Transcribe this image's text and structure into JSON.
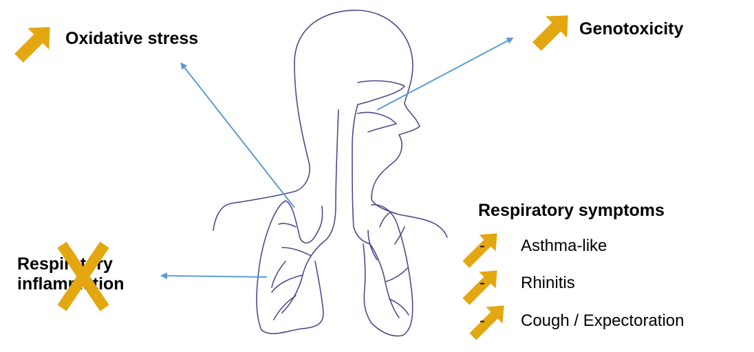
{
  "effects": {
    "oxidative_stress": "Oxidative stress",
    "genotoxicity": "Genotoxicity",
    "respiratory_inflammation_line1": "Respiratory",
    "respiratory_inflammation_line2": "inflammation"
  },
  "respiratory_symptoms": {
    "title": "Respiratory symptoms",
    "items": [
      {
        "dash": "-",
        "label": "Asthma-like"
      },
      {
        "dash": "-",
        "label": "Rhinitis"
      },
      {
        "dash": "-",
        "label": "Cough / Expectoration"
      }
    ]
  },
  "colors": {
    "increase_arrow": "#E3A711",
    "pointer_arrow": "#5B9BD5",
    "outline": "#4A4A8C"
  },
  "icons": {
    "increase": "up-right-arrow-icon",
    "no_effect": "x-cross-icon"
  }
}
